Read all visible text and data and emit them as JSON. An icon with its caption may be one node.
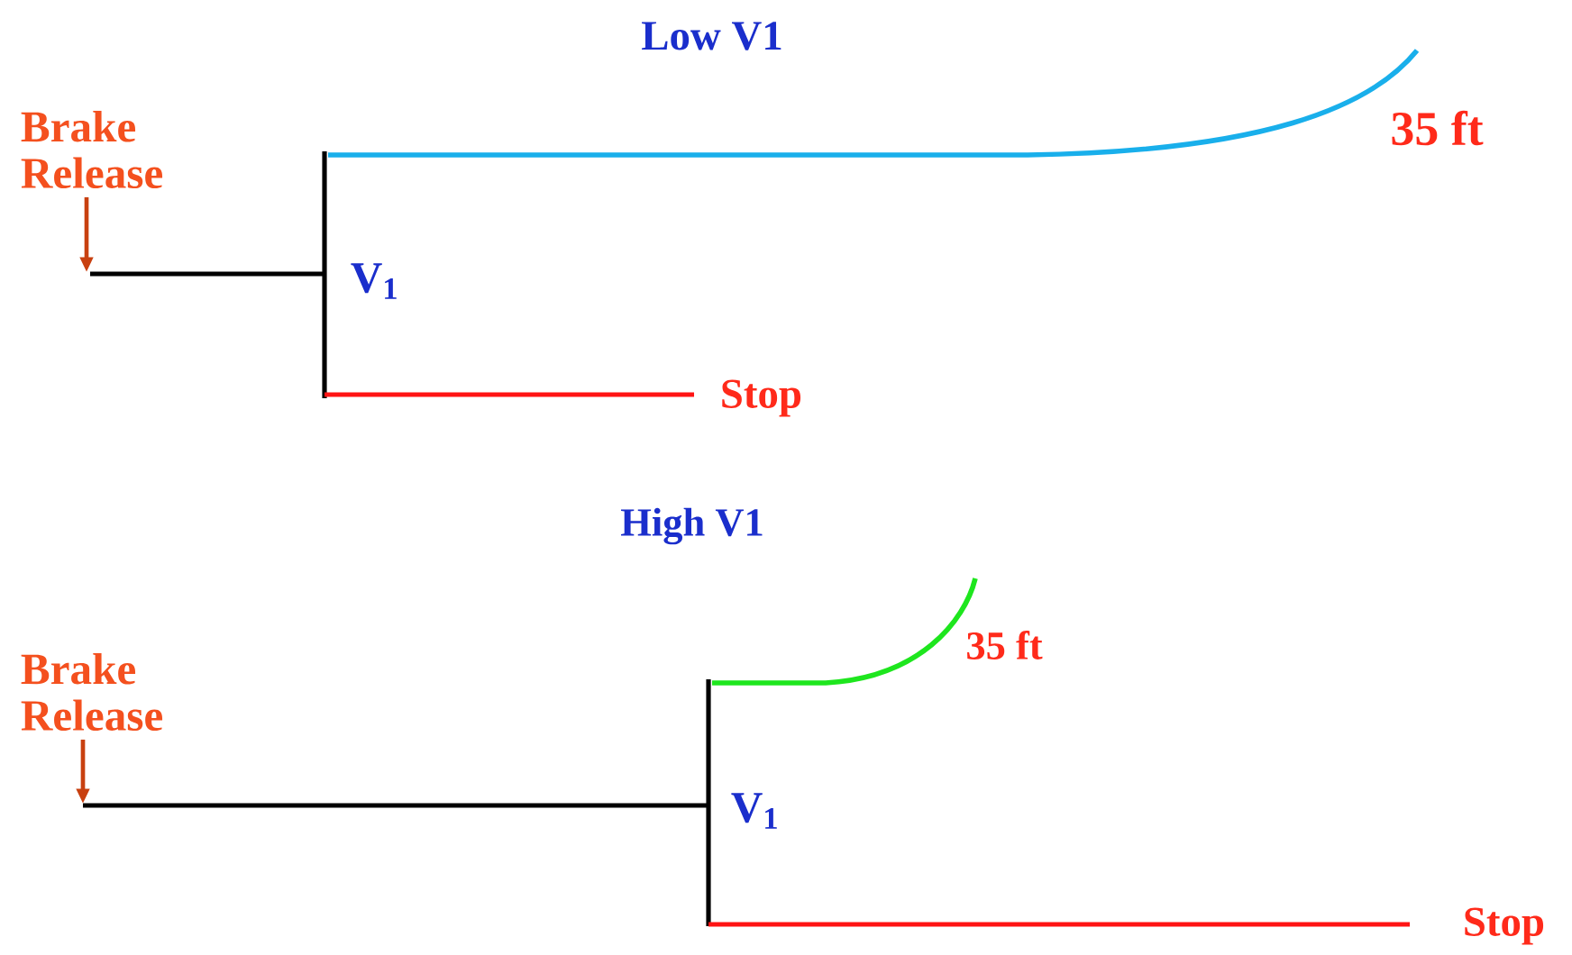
{
  "diagram": {
    "nodes": [
      {
        "text": [
          "Brake Release"
        ]
      },
      {
        "text": [
          "Brake Release"
        ]
      }
    ],
    "edges": [
      {
        "from": 0,
        "to": null,
        "arrow": "to"
      },
      {
        "from": 1,
        "to": null,
        "arrow": "to"
      }
    ],
    "labels": [
      "Low V1",
      "V$_{1}$",
      "35 ft",
      "Stop",
      "High V1",
      "35 ft",
      "V$_{1}$",
      "Stop"
    ]
  }
}
